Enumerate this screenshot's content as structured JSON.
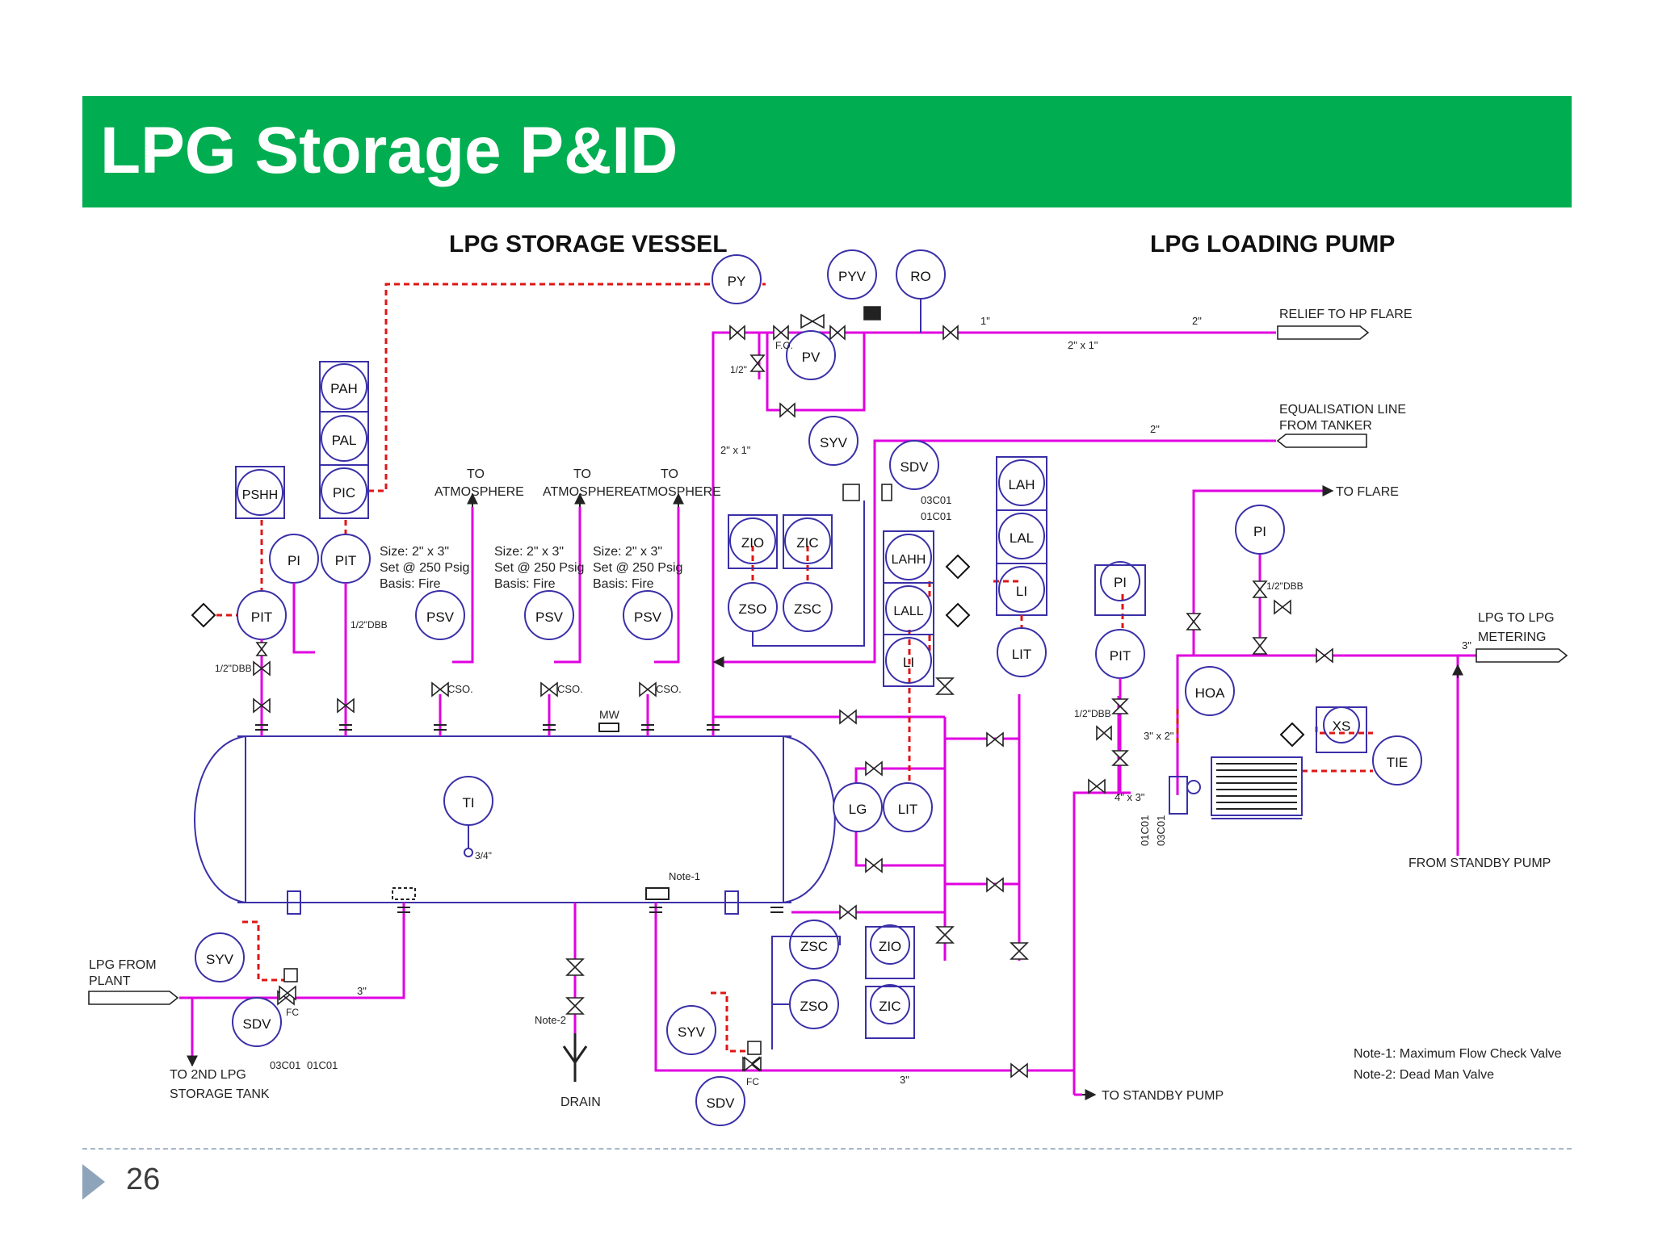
{
  "slide": {
    "title": "LPG Storage P&ID",
    "page_number": "26",
    "colors": {
      "banner": "#00ad50",
      "process_line": "#e000e0",
      "signal_line": "#e01515",
      "instrument": "#3a30a8"
    }
  },
  "headings": {
    "vessel": "LPG STORAGE VESSEL",
    "pump": "LPG LOADING PUMP"
  },
  "instruments": {
    "pah": "PAH",
    "pal": "PAL",
    "pic": "PIC",
    "pshh": "PSHH",
    "pi_left": "PI",
    "pit_left": "PIT",
    "pit_mid": "PIT",
    "psv1": "PSV",
    "psv2": "PSV",
    "psv3": "PSV",
    "py": "PY",
    "pyv": "PYV",
    "ro": "RO",
    "pv": "PV",
    "syv_top": "SYV",
    "sdv_top": "SDV",
    "zio_top": "ZIO",
    "zic_top": "ZIC",
    "zso_top": "ZSO",
    "zsc_top": "ZSC",
    "lahh": "LAHH",
    "lall": "LALL",
    "li_mid": "LI",
    "lah": "LAH",
    "lal": "LAL",
    "li_right": "LI",
    "lit_right": "LIT",
    "pi_pump": "PI",
    "pit_pump": "PIT",
    "pi_far": "PI",
    "hoa": "HOA",
    "xs": "XS",
    "tie": "TIE",
    "ti": "TI",
    "lg": "LG",
    "lit_mid": "LIT",
    "syv_bl": "SYV",
    "sdv_bl": "SDV",
    "zsc_bot": "ZSC",
    "zio_bot": "ZIO",
    "zso_bot": "ZSO",
    "zic_bot": "ZIC",
    "syv_bot": "SYV",
    "sdv_bot": "SDV"
  },
  "labels": {
    "relief_to_hp_flare": "RELIEF TO HP FLARE",
    "equalisation_1": "EQUALISATION LINE",
    "equalisation_2": "FROM TANKER",
    "to_flare": "TO FLARE",
    "lpg_to_lpg_1": "LPG TO LPG",
    "lpg_to_lpg_2": "METERING",
    "from_standby_pump": "FROM STANDBY PUMP",
    "to_standby_pump": "TO STANDBY PUMP",
    "lpg_from_1": "LPG FROM",
    "lpg_from_2": "PLANT",
    "to_2nd_1": "TO 2ND LPG",
    "to_2nd_2": "STORAGE TANK",
    "drain": "DRAIN",
    "to": "TO",
    "atmosphere": "ATMOSPHERE",
    "psv_size": "Size: 2\" x 3\"",
    "psv_set": "Set @ 250 Psig",
    "psv_basis": "Basis: Fire",
    "cso": "CSO.",
    "mw": "MW",
    "note1_tag": "Note-1",
    "note2_tag": "Note-2",
    "note1": "Note-1: Maximum Flow Check Valve",
    "note2": "Note-2: Dead Man Valve",
    "dbb": "1/2\"DBB",
    "fo": "F.O.",
    "fc": "FC",
    "tag_03c01": "03C01",
    "tag_01c01": "01C01",
    "size_1": "1\"",
    "size_2": "2\"",
    "size_3": "3\"",
    "size_half": "1/2\"",
    "size_2x1": "2\" x 1\"",
    "size_3x2": "3\" x 2\"",
    "size_4x3": "4\" x 3\"",
    "size_34": "3/4\""
  }
}
